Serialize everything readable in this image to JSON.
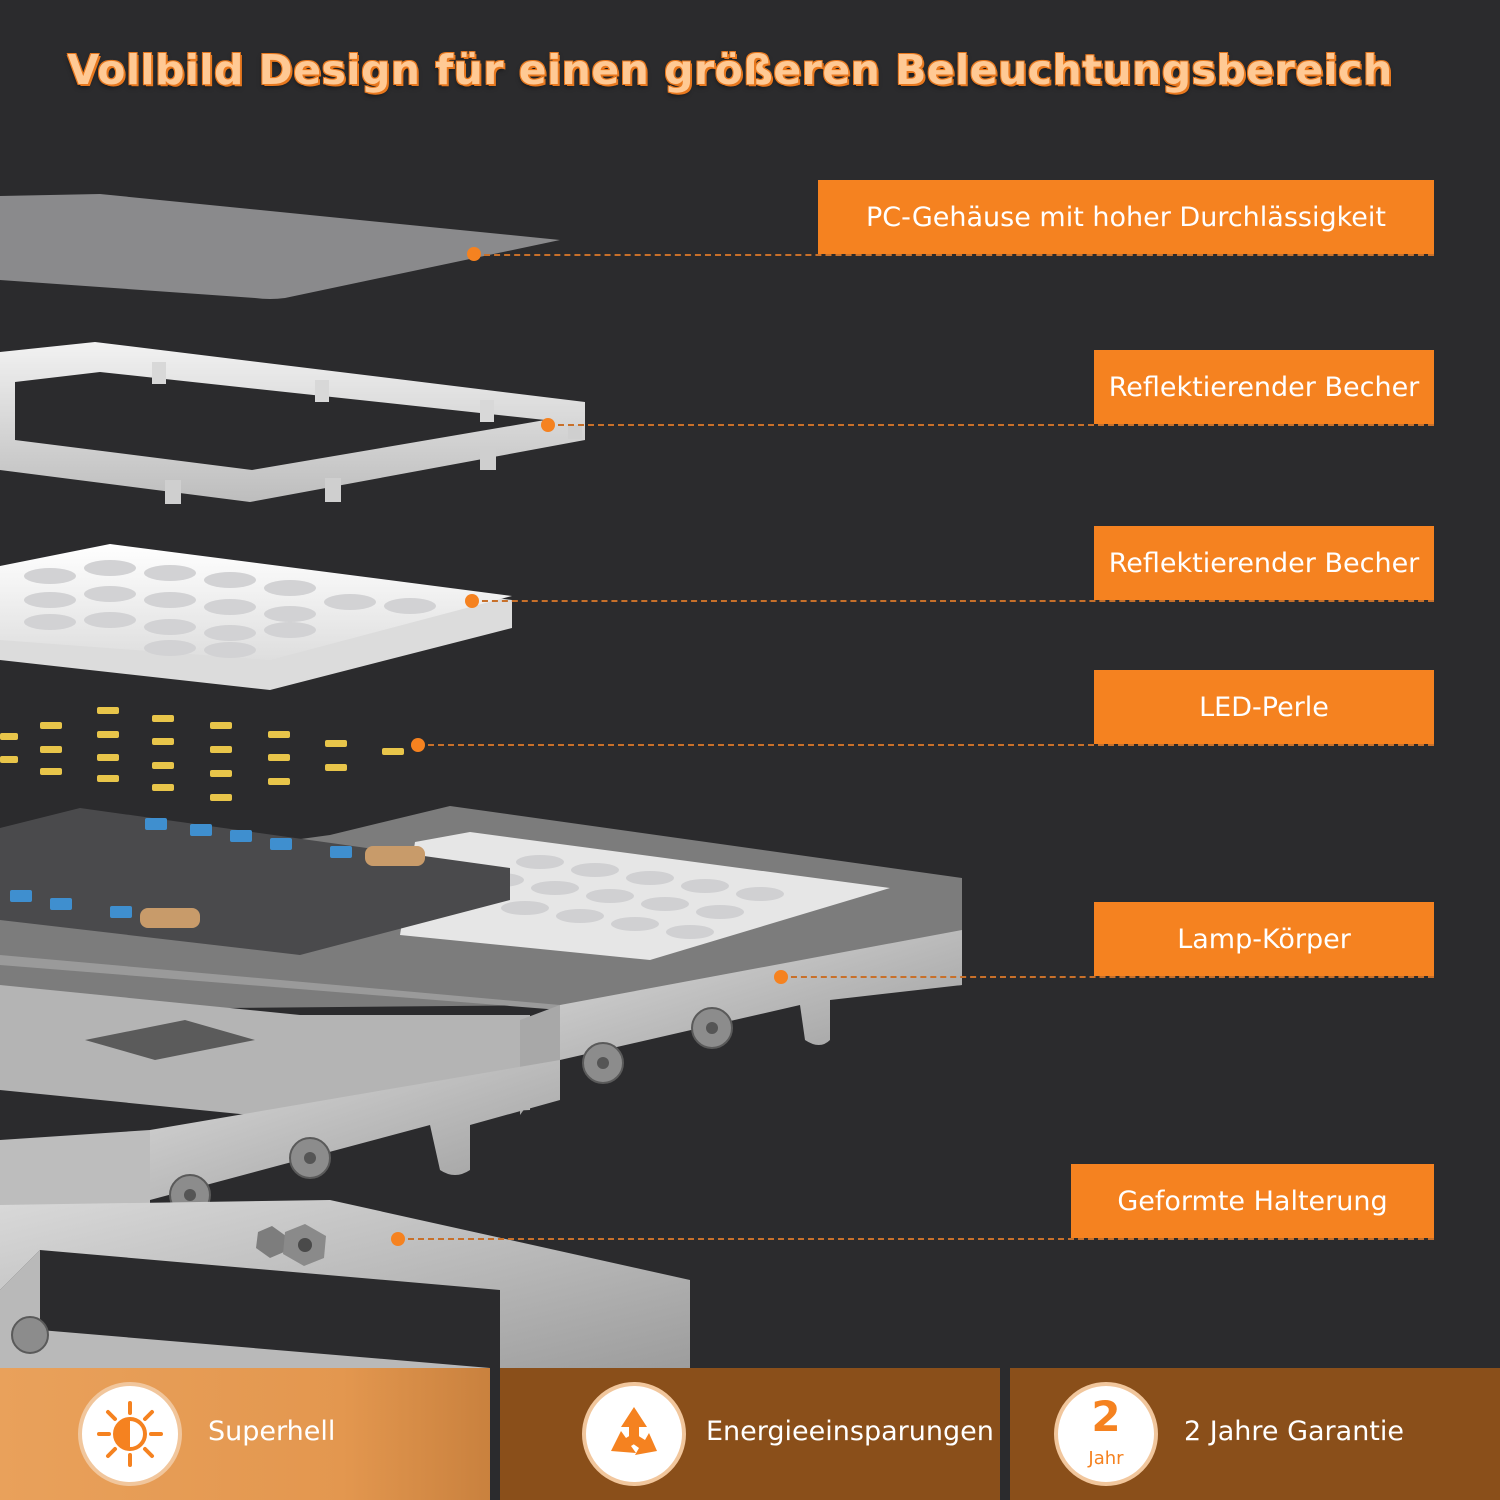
{
  "headline": "Vollbild Design für einen größeren Beleuchtungsbereich",
  "labels": [
    {
      "id": "pc-housing",
      "text": "PC-Gehäuse mit hoher Durchlässigkeit"
    },
    {
      "id": "reflector-1",
      "text": "Reflektierender Becher"
    },
    {
      "id": "reflector-2",
      "text": "Reflektierender Becher"
    },
    {
      "id": "led-bead",
      "text": "LED-Perle"
    },
    {
      "id": "lamp-body",
      "text": "Lamp-Körper"
    },
    {
      "id": "bracket",
      "text": "Geformte Halterung"
    }
  ],
  "features": [
    {
      "text": "Superhell",
      "icon": "sun-icon"
    },
    {
      "text": "Energieeinsparungen",
      "icon": "recycle-icon"
    },
    {
      "text": "2 Jahre Garantie",
      "icon": "warranty-badge-icon",
      "badge_number": "2",
      "badge_unit": "Jahr"
    }
  ],
  "colors": {
    "background": "#2b2b2d",
    "accent": "#f58220",
    "headline": "#ffc994",
    "bottom_bar": "#8a4f1a"
  }
}
